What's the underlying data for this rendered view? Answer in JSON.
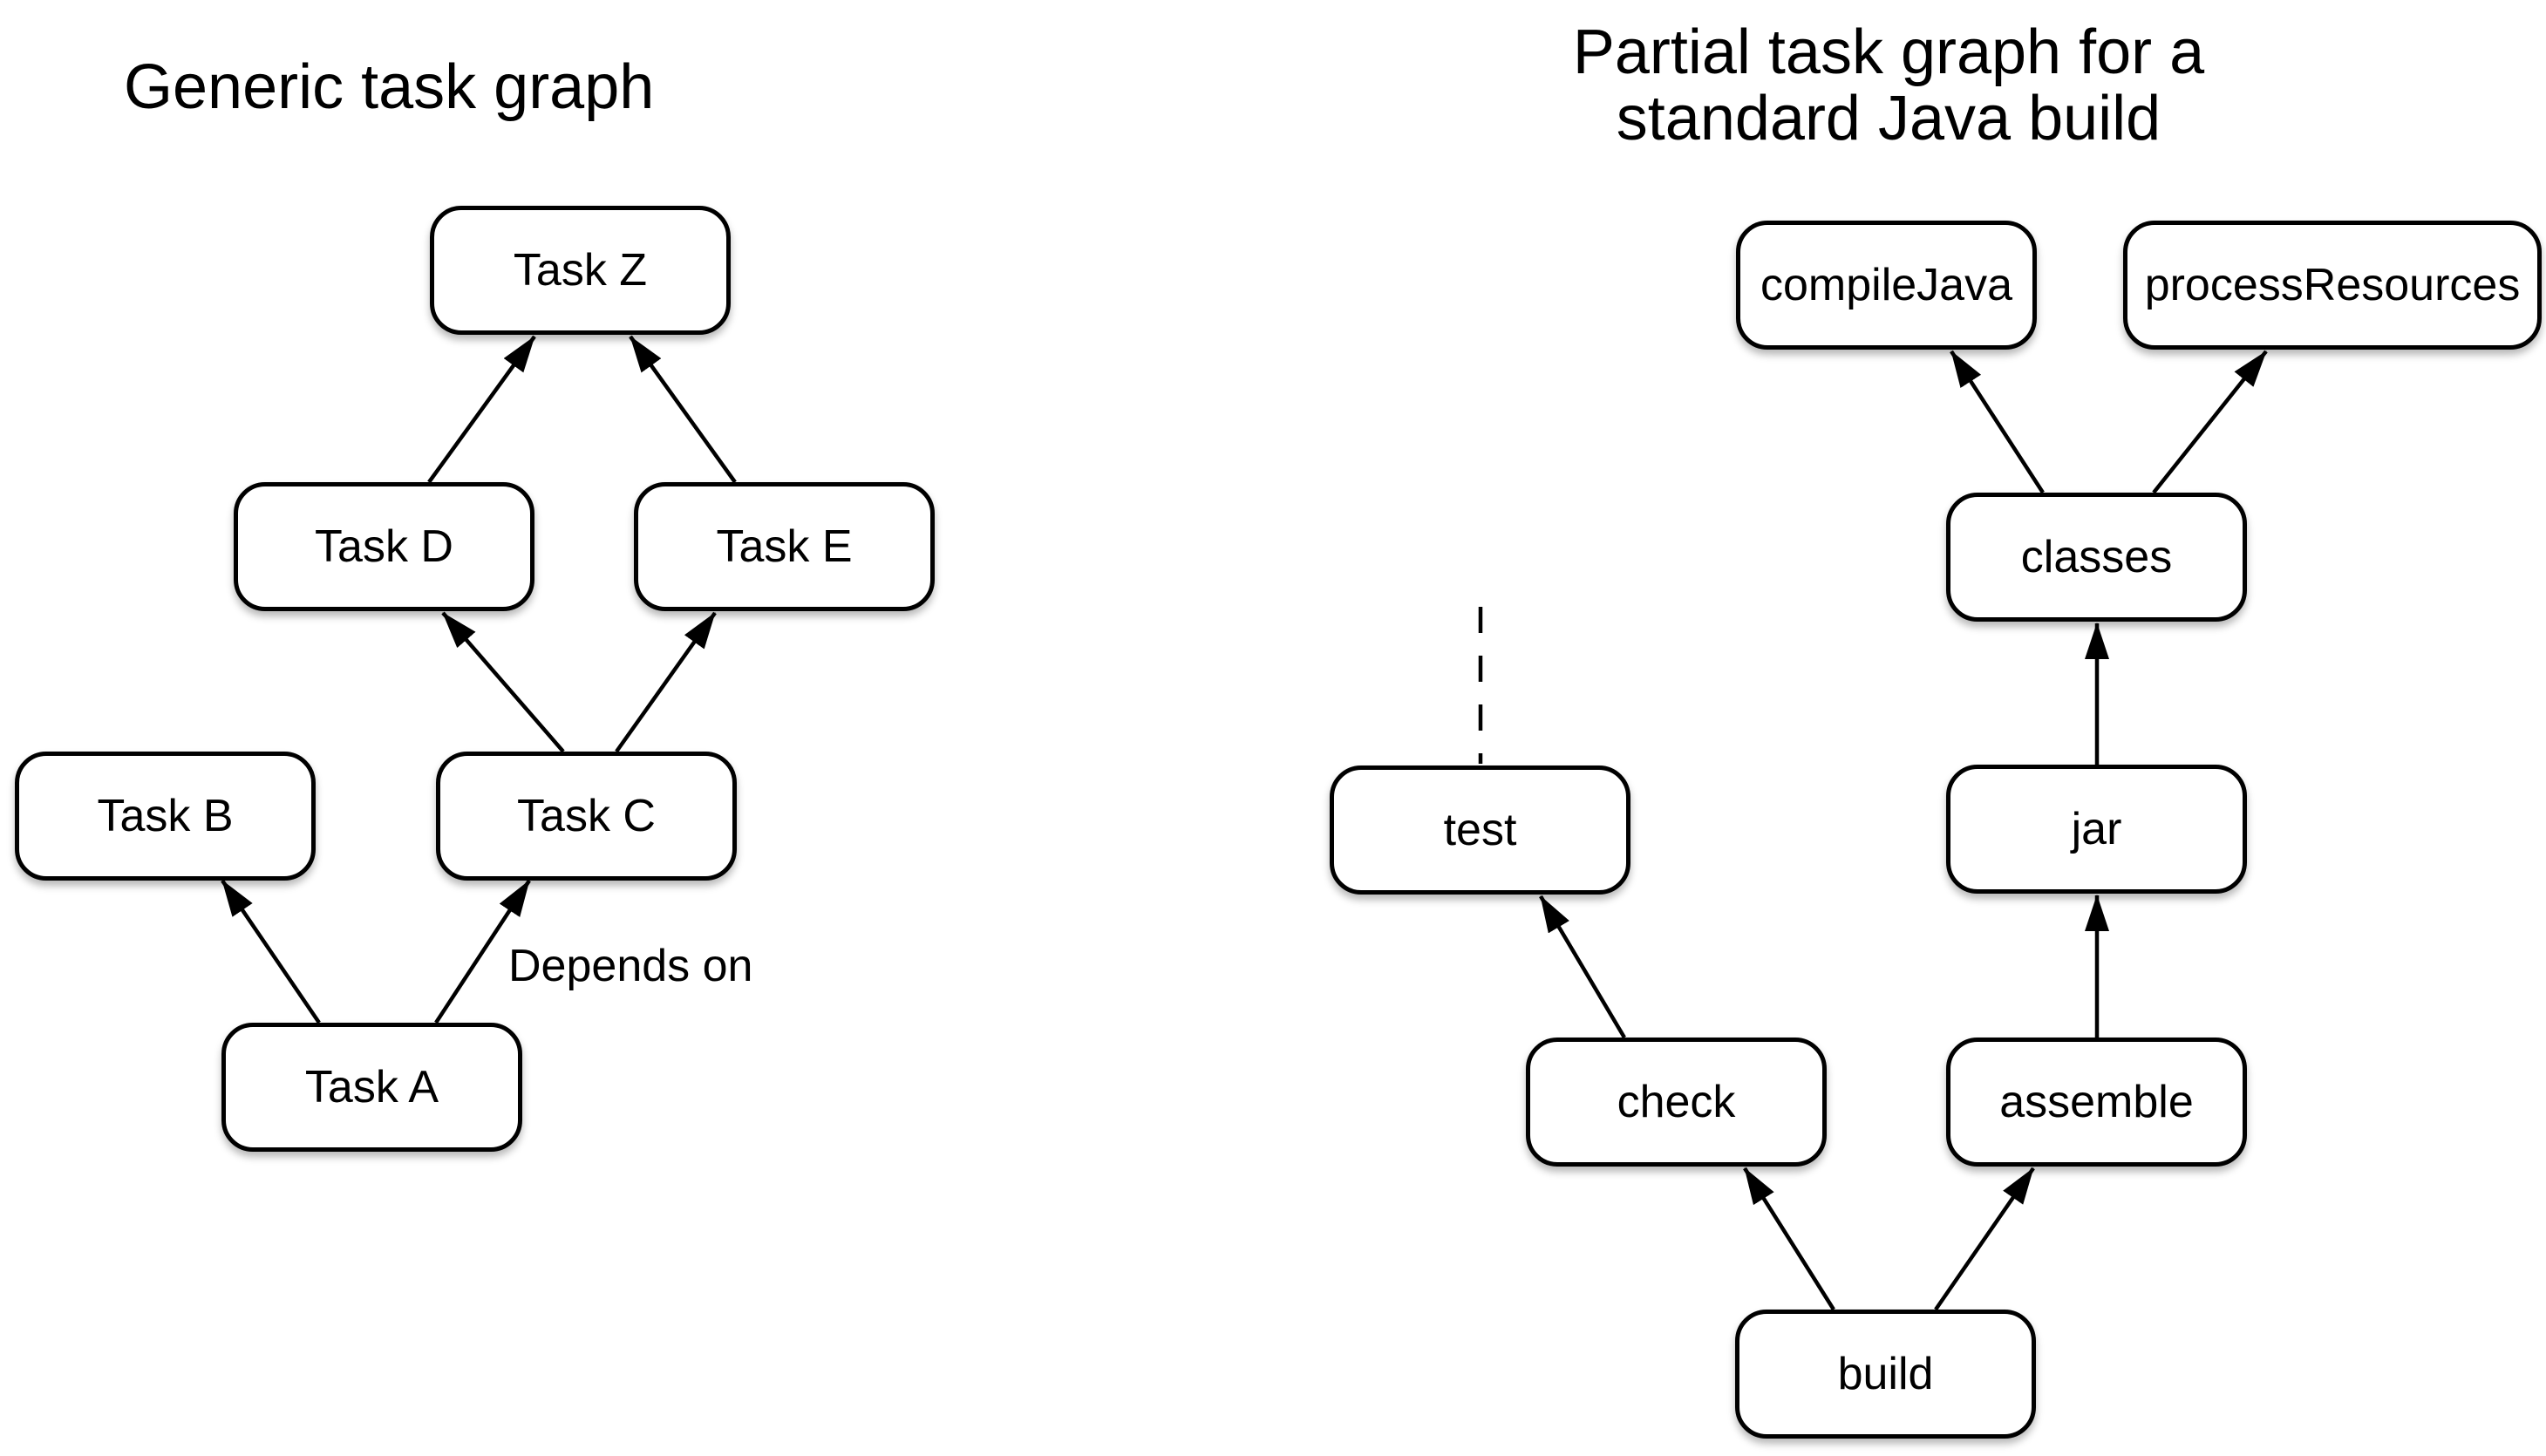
{
  "page": {
    "background_color": "#ffffff",
    "text_color": "#000000",
    "node_fill_color": "#ffffff",
    "node_border_color": "#000000",
    "edge_color": "#000000"
  },
  "left_graph": {
    "title": "Generic task graph",
    "nodes": [
      {
        "id": "task-z",
        "label": "Task Z"
      },
      {
        "id": "task-d",
        "label": "Task D"
      },
      {
        "id": "task-e",
        "label": "Task E"
      },
      {
        "id": "task-b",
        "label": "Task B"
      },
      {
        "id": "task-c",
        "label": "Task C"
      },
      {
        "id": "task-a",
        "label": "Task A"
      }
    ],
    "edges": [
      {
        "from": "Task A",
        "to": "Task B"
      },
      {
        "from": "Task A",
        "to": "Task C"
      },
      {
        "from": "Task C",
        "to": "Task D"
      },
      {
        "from": "Task C",
        "to": "Task E"
      },
      {
        "from": "Task D",
        "to": "Task Z"
      },
      {
        "from": "Task E",
        "to": "Task Z"
      }
    ],
    "annotation": "Depends on"
  },
  "right_graph": {
    "title_lines": [
      "Partial task graph for a",
      "standard Java build"
    ],
    "nodes": [
      {
        "id": "compile-java",
        "label": "compileJava"
      },
      {
        "id": "process-resources",
        "label": "processResources"
      },
      {
        "id": "classes",
        "label": "classes"
      },
      {
        "id": "test",
        "label": "test"
      },
      {
        "id": "jar",
        "label": "jar"
      },
      {
        "id": "check",
        "label": "check"
      },
      {
        "id": "assemble",
        "label": "assemble"
      },
      {
        "id": "build",
        "label": "build"
      }
    ],
    "edges": [
      {
        "from": "build",
        "to": "check"
      },
      {
        "from": "build",
        "to": "assemble"
      },
      {
        "from": "check",
        "to": "test"
      },
      {
        "from": "assemble",
        "to": "jar"
      },
      {
        "from": "jar",
        "to": "classes"
      },
      {
        "from": "classes",
        "to": "compileJava"
      },
      {
        "from": "classes",
        "to": "processResources"
      },
      {
        "from": "test",
        "to": "",
        "style": "dashed-continuation-upward"
      }
    ]
  }
}
